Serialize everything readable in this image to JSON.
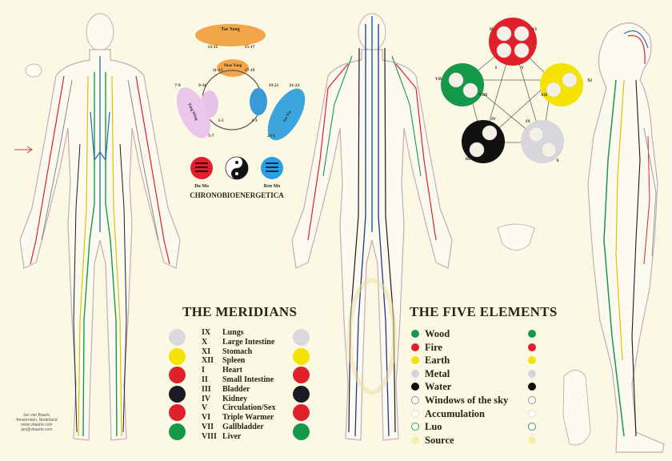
{
  "chrono": {
    "title": "CHRONOBIOENERGETICA",
    "tae_yang": "Tae Yang",
    "shao_yang": "Shao Yang",
    "yang_ming": "Yang Ming",
    "jue_yin": "Jue Yin",
    "du_mo": "Du Mo",
    "ren_mo": "Ren Mo",
    "times": [
      "13-15",
      "15-17",
      "11-13",
      "17-19",
      "7-9",
      "9-11",
      "19-21",
      "21-23",
      "3-5",
      "1-3",
      "5-7",
      "23-1"
    ]
  },
  "meridians": {
    "title": "THE MERIDIANS",
    "rows": [
      {
        "num": "IX",
        "name": "Lungs"
      },
      {
        "num": "X",
        "name": "Large Intestine"
      },
      {
        "num": "XI",
        "name": "Stomach"
      },
      {
        "num": "XII",
        "name": "Spleen"
      },
      {
        "num": "I",
        "name": "Heart"
      },
      {
        "num": "II",
        "name": "Small Intestine"
      },
      {
        "num": "III",
        "name": "Bladder"
      },
      {
        "num": "IV",
        "name": "Kidney"
      },
      {
        "num": "V",
        "name": "Circulation/Sex"
      },
      {
        "num": "VI",
        "name": "Triple  Warmer"
      },
      {
        "num": "VII",
        "name": "Gallbladder"
      },
      {
        "num": "VIII",
        "name": "Liver"
      }
    ],
    "pair_colors": [
      "#d9d9de",
      "#f4e300",
      "#e0202a",
      "#1c1a22",
      "#e0202a",
      "#16984a"
    ]
  },
  "five_elements": {
    "title": "THE FIVE ELEMENTS",
    "rows": [
      {
        "name": "Wood",
        "color": "#16984a",
        "style": "fill"
      },
      {
        "name": "Fire",
        "color": "#e0202a",
        "style": "fill"
      },
      {
        "name": "Earth",
        "color": "#f4e300",
        "style": "fill"
      },
      {
        "name": "Metal",
        "color": "#d4d4dc",
        "style": "fill"
      },
      {
        "name": "Water",
        "color": "#111111",
        "style": "fill"
      },
      {
        "name": "Windows of the sky",
        "color": "#9a8a9a",
        "style": "outline"
      },
      {
        "name": "Accumulation",
        "color": "#eadcb8",
        "style": "outline"
      },
      {
        "name": "Luo",
        "color": "#3a9a5a",
        "style": "outline"
      },
      {
        "name": "Source",
        "color": "#f6f0a8",
        "style": "fill"
      }
    ],
    "diagram_labels": [
      "II",
      "VI",
      "I",
      "V",
      "XI",
      "XII",
      "VII",
      "VIII",
      "IV",
      "III",
      "IX",
      "X"
    ]
  },
  "credit": [
    "Jan van Baarle,",
    "Amsterdam, Nederland",
    "www.vbaarle.com",
    "jan@vbaarle.com"
  ]
}
